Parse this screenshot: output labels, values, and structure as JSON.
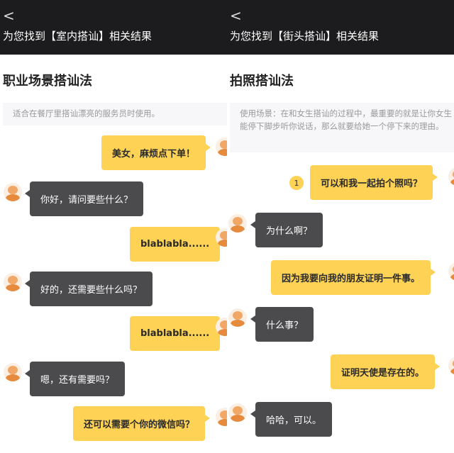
{
  "colors": {
    "header": "#1c1b1d",
    "bubble_me": "#fdd255",
    "bubble_them": "#4b4a4c"
  },
  "left": {
    "back_icon": "chevron-left-icon",
    "title": "为您找到【室内搭讪】相关结果",
    "section_title": "职业场景搭讪法",
    "description": "适合在餐厅里搭讪漂亮的服务员时使用。",
    "messages": [
      {
        "from": "me",
        "text": "美女，麻烦点下单！"
      },
      {
        "from": "them",
        "text": "你好，请问要些什么？"
      },
      {
        "from": "me",
        "text": "blablabla......"
      },
      {
        "from": "them",
        "text": "好的，还需要些什么吗？"
      },
      {
        "from": "me",
        "text": "blablabla......"
      },
      {
        "from": "them",
        "text": "嗯，还有需要吗？"
      },
      {
        "from": "me",
        "text": "还可以需要个你的微信吗？"
      }
    ]
  },
  "right": {
    "back_icon": "chevron-left-icon",
    "title": "为您找到【街头搭讪】相关结果",
    "section_title": "拍照搭讪法",
    "description": "使用场景：在和女生搭讪的过程中，最重要的就是让你女生能停下脚步听你说话，那么就要给她一个停下来的理由。",
    "badge": "1",
    "messages": [
      {
        "from": "me",
        "text": "可以和我一起拍个照吗？"
      },
      {
        "from": "them",
        "text": "为什么啊？"
      },
      {
        "from": "me",
        "text": "因为我要向我的朋友证明一件事。"
      },
      {
        "from": "them",
        "text": "什么事？"
      },
      {
        "from": "me",
        "text": "证明天使是存在的。"
      },
      {
        "from": "them",
        "text": "哈哈，可以。"
      }
    ]
  }
}
